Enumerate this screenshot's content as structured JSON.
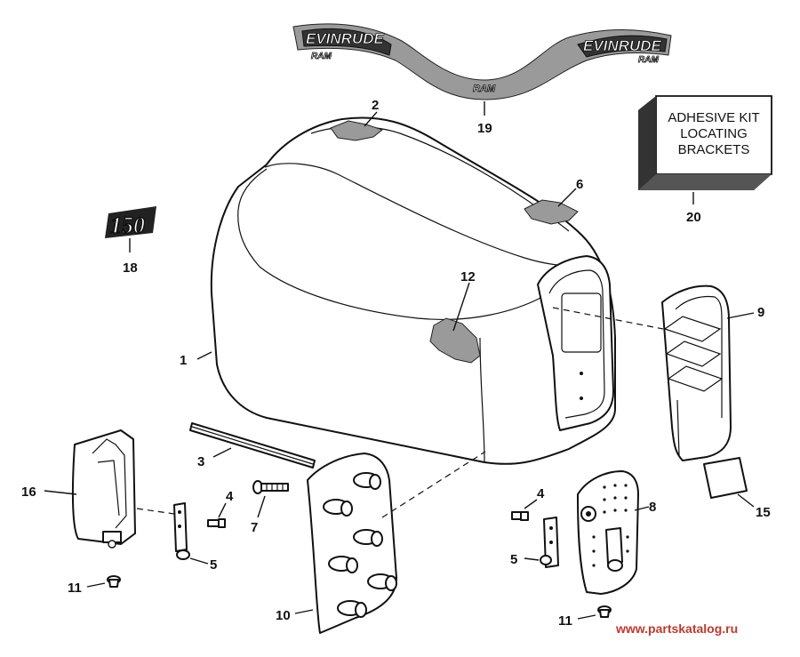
{
  "callouts": {
    "c1": "1",
    "c2": "2",
    "c3": "3",
    "c4a": "4",
    "c4b": "4",
    "c5a": "5",
    "c5b": "5",
    "c6": "6",
    "c7": "7",
    "c8": "8",
    "c9": "9",
    "c10": "10",
    "c11a": "11",
    "c11b": "11",
    "c12": "12",
    "c15": "15",
    "c16": "16",
    "c18": "18",
    "c19": "19",
    "c20": "20"
  },
  "kit_box": {
    "line1": "ADHESIVE KIT",
    "line2": "LOCATING",
    "line3": "BRACKETS"
  },
  "decals": {
    "brand_left": "EVINRUDE",
    "brand_right": "EVINRUDE",
    "ram_left": "RAM",
    "ram_center": "RAM",
    "ram_right": "RAM",
    "model_badge": "150"
  },
  "watermark": "www.partskatalog.ru"
}
